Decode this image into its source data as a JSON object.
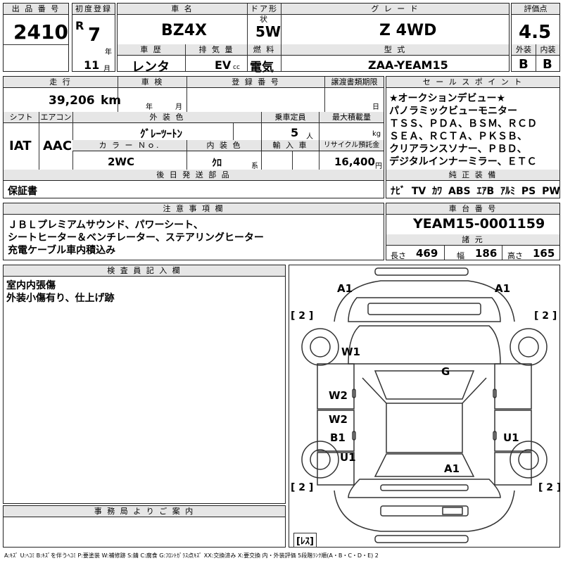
{
  "header": {
    "lot_number_label": "出 品 番 号",
    "lot_number": "2410",
    "first_reg_label": "初度登録",
    "era": "R",
    "year": "7",
    "year_unit": "年",
    "month": "11",
    "month_unit": "月",
    "car_name_label": "車 名",
    "car_name": "BZ4X",
    "door_label": "ドア形状",
    "door": "5W",
    "grade_label": "グ レ ー ド",
    "grade": "Z 4WD",
    "score_label": "評価点",
    "score": "4.5",
    "history_label": "車 歴",
    "history": "レンタ",
    "displacement_label": "排 気 量",
    "displacement": "EV",
    "displacement_unit": "cc",
    "fuel_label": "燃 料",
    "fuel": "電気",
    "model_label": "型 式",
    "model": "ZAA-YEAM15",
    "exterior_label": "外装",
    "exterior": "B",
    "interior_label": "内装",
    "interior": "B"
  },
  "details": {
    "mileage_label": "走 行",
    "mileage": "39,206",
    "mileage_unit": "km",
    "inspection_label": "車 検",
    "inspection_year_unit": "年",
    "inspection_month_unit": "月",
    "registration_label": "登 録 番 号",
    "transfer_label": "譲渡書類期限",
    "transfer_day_unit": "日",
    "shift_label": "シフト",
    "shift": "IAT",
    "aircon_label": "エアコン",
    "aircon": "AAC",
    "color_label": "外 装 色",
    "color": "ｸﾞﾚｰﾂｰﾄﾝ",
    "capacity_label": "乗車定員",
    "capacity": "5",
    "capacity_unit": "人",
    "load_label": "最大積載量",
    "load_unit": "kg",
    "color_no_label": "カ ラ ー Ｎｏ.",
    "color_no": "2WC",
    "interior_color_label": "内 装 色",
    "interior_color": "ｸﾛ",
    "interior_color_unit": "系",
    "import_label": "輸 入 車",
    "recycle_label": "リサイクル預託金",
    "recycle": "16,400",
    "recycle_unit": "円",
    "later_parts_label": "後 日 発 送 部 品",
    "later_parts": "保証書"
  },
  "sales_points": {
    "label": "セ ー ル ス ポ イ ン ト",
    "lines": [
      "★オークションデビュー★",
      "パノラミックビューモニター",
      "ＴＳＳ、ＰＤＡ、ＢＳＭ、ＲＣＤ",
      "ＳＥＡ、ＲＣＴＡ、ＰＫＳＢ、",
      "クリアランスソナー、ＰＢＤ、",
      "デジタルインナーミラー、ＥＴＣ"
    ]
  },
  "equipment": {
    "label": "純 正 装 備",
    "items": [
      "ﾅﾋﾞ",
      "TV",
      "ｶﾜ",
      "ABS",
      "ｴｱB",
      "ｱﾙﾐ",
      "PS",
      "PW"
    ]
  },
  "notes": {
    "label": "注 意 事 項 欄",
    "lines": [
      "ＪＢＬプレミアムサウンド、パワーシート、",
      "シートヒーター＆ベンチレーター、ステアリングヒーター",
      "充電ケーブル車内積込み"
    ]
  },
  "chassis": {
    "label": "車 台 番 号",
    "number": "YEAM15-0001159",
    "spec_label": "諸 元",
    "length_label": "長さ",
    "length": "469",
    "width_label": "幅",
    "width": "186",
    "height_label": "高さ",
    "height": "165"
  },
  "inspector": {
    "label": "検 査 員 記 入 欄",
    "lines": [
      "室内内張傷",
      "外装小傷有り、仕上げ跡"
    ]
  },
  "office": {
    "label": "事 務 局 よ り ご 案 内"
  },
  "diagram": {
    "marks": {
      "a1_left": "A1",
      "a1_right": "A1",
      "w1": "W1",
      "g": "G",
      "w2_a": "W2",
      "w2_b": "W2",
      "b1": "B1",
      "u1_left": "U1",
      "u1_right": "U1",
      "a1_rear": "A1"
    },
    "tire_marks": {
      "front_left": "[ 2 ]",
      "front_right": "[ 2 ]",
      "rear_left": "[ 2 ]",
      "rear_right": "[ 2 ]",
      "spare": "[ﾚｽ]"
    }
  },
  "legend": "A:ｷｽﾞ U:ﾍｺﾐ B:ｷｽﾞを伴うﾍｺﾐ P:要塗装 W:補修跡 S:錆 C:腐食 G:ﾌﾛﾝﾄｶﾞﾗｽ点ｷｽﾞ XX:交換済み X:要交換 内・外装評価 5段階ﾗﾝｸ順(A・B・C・D・E) 2"
}
